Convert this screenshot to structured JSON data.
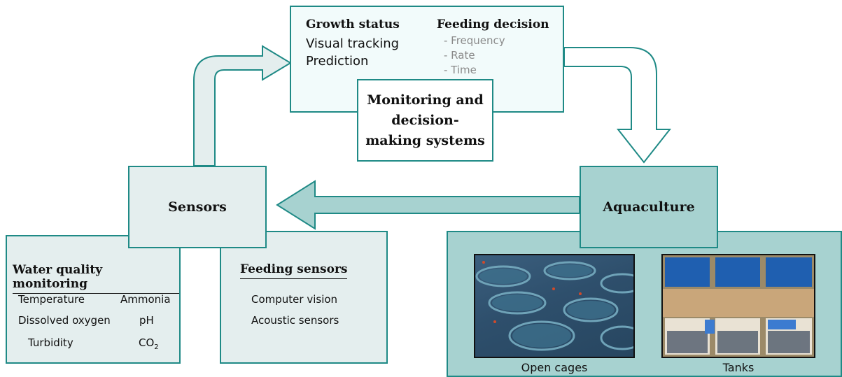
{
  "monitoring": {
    "title": "Monitoring and decision-making systems",
    "growth_status": "Growth status",
    "growth_items": [
      "Visual tracking",
      "Prediction"
    ],
    "feeding_decision": "Feeding decision",
    "feeding_items": [
      "- Frequency",
      "- Rate",
      "- Time"
    ]
  },
  "sensors": {
    "title": "Sensors",
    "water_quality": {
      "heading": "Water quality monitoring",
      "rows": [
        [
          "Temperature",
          "Ammonia"
        ],
        [
          "Dissolved oxygen",
          "pH"
        ],
        [
          "Turbidity",
          "CO"
        ]
      ],
      "co2_subscript": "2"
    },
    "feeding_sensors": {
      "heading": "Feeding sensors",
      "items": [
        "Computer vision",
        "Acoustic sensors"
      ]
    }
  },
  "aquaculture": {
    "title": "Aquaculture",
    "photos": [
      {
        "caption": "Open cages"
      },
      {
        "caption": "Tanks"
      }
    ]
  },
  "colors": {
    "border": "#1f8a86",
    "light_fill": "#e4eeee",
    "teal_fill": "#a7d2d0",
    "pale_fill": "#f2fbfb"
  }
}
